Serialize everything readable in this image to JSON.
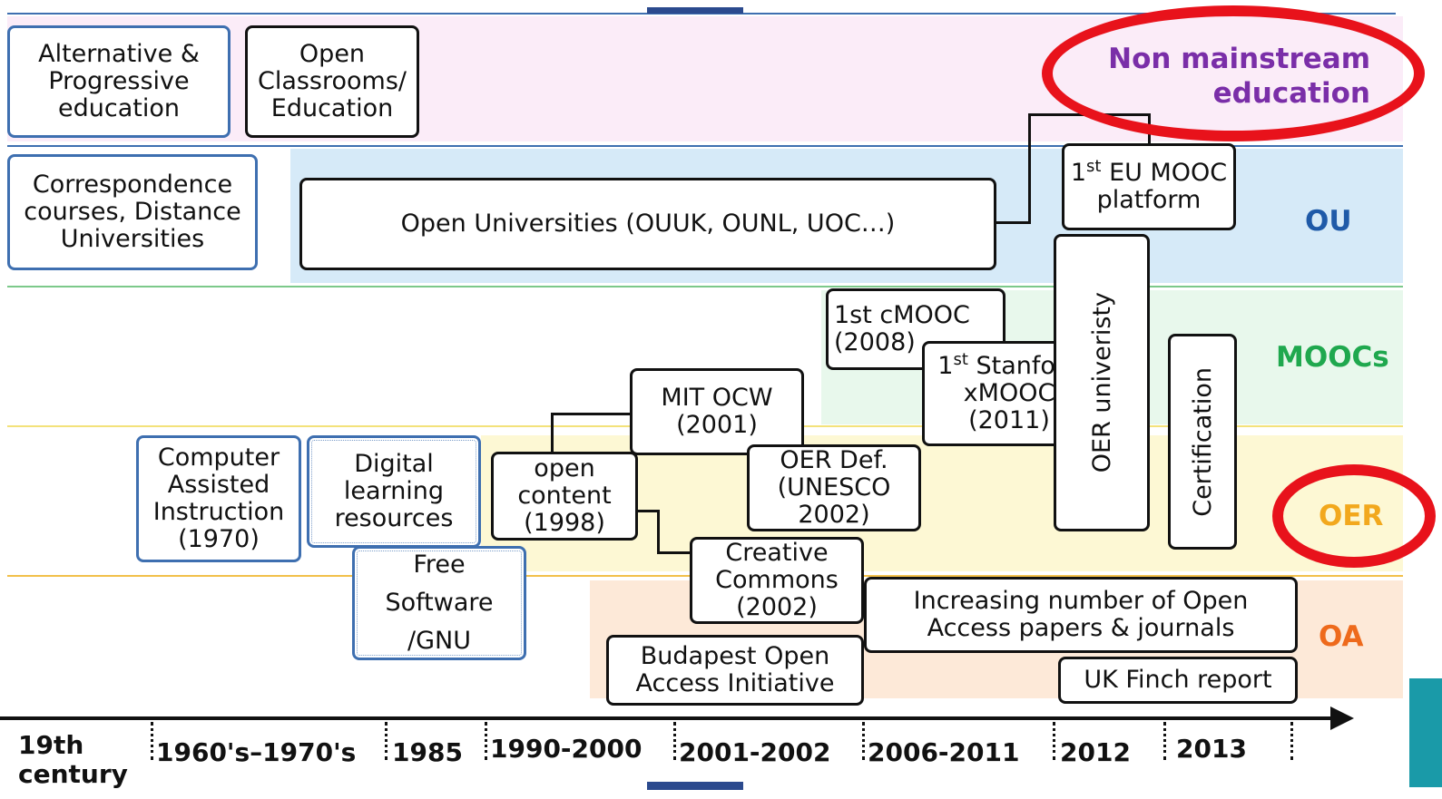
{
  "colors": {
    "nonmainstream_band": "#fbecf8",
    "ou_band": "#d6eaf8",
    "moocs_band": "#e8f8ec",
    "oer_band": "#fdf8d4",
    "oa_band": "#fde9d8",
    "label_nonmainstream": "#7a2ea8",
    "label_ou": "#1f5aa8",
    "label_moocs": "#1fa84e",
    "label_oer": "#f2a81d",
    "label_oa": "#ee6a1c",
    "highlight_ring": "#e8121b"
  },
  "band_labels": {
    "nonmainstream": "Non mainstream\neducation",
    "ou": "OU",
    "moocs": "MOOCs",
    "oer": "OER",
    "oa": "OA"
  },
  "boxes": {
    "alt_progressive": "Alternative &\nProgressive\neducation",
    "open_classrooms": "Open\nClassrooms/\nEducation",
    "correspondence": "Correspondence\ncourses, Distance\nUniversities",
    "open_universities": "Open Universities (OUUK, OUNL, UOC…)",
    "eu_mooc_pre": "1",
    "eu_mooc_sup": "st",
    "eu_mooc_post": " EU MOOC\nplatform",
    "cmooc": "1st cMOOC\n(2008)",
    "stanford_pre": "1",
    "stanford_sup": "st",
    "stanford_post": " Stanford\nxMOOC\n(2011)",
    "oer_university": "OER univeristy",
    "certification": "Certification",
    "mit_ocw": "MIT OCW\n(2001)",
    "open_content": "open\ncontent\n(1998)",
    "oer_def": "OER Def.\n(UNESCO\n2002)",
    "cai": "Computer\nAssisted\nInstruction\n(1970)",
    "digital_learning": "Digital\nlearning\nresources",
    "free_software": "Free\nSoftware\n/GNU",
    "creative_commons": "Creative\nCommons\n(2002)",
    "open_access_papers": "Increasing number of Open\nAccess papers & journals",
    "budapest": "Budapest Open\nAccess Initiative",
    "uk_finch": "UK Finch report"
  },
  "timeline": [
    "19th\ncentury",
    "1960's–1970's",
    "1985",
    "1990-2000",
    "2001-2002",
    "2006-2011",
    "2012",
    "2013"
  ]
}
